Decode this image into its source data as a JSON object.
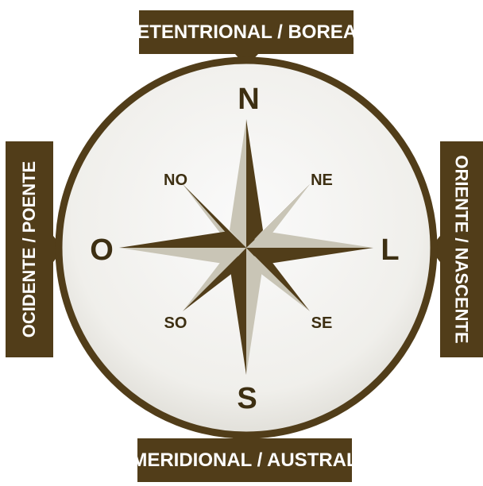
{
  "labels": {
    "top": "SETENTRIONAL / BOREAL",
    "bottom": "MERIDIONAL / AUSTRAL",
    "left": "OCIDENTE / POENTE",
    "right": "ORIENTE / NASCENTE"
  },
  "cardinals": {
    "north": "N",
    "south": "S",
    "west": "O",
    "east": "L"
  },
  "intercardinals": {
    "northwest": "NO",
    "northeast": "NE",
    "southwest": "SO",
    "southeast": "SE"
  },
  "colors": {
    "dark": "#513d19",
    "light": "#c9c5b6",
    "face": "#f2f1ee",
    "ring": "#513d19"
  }
}
